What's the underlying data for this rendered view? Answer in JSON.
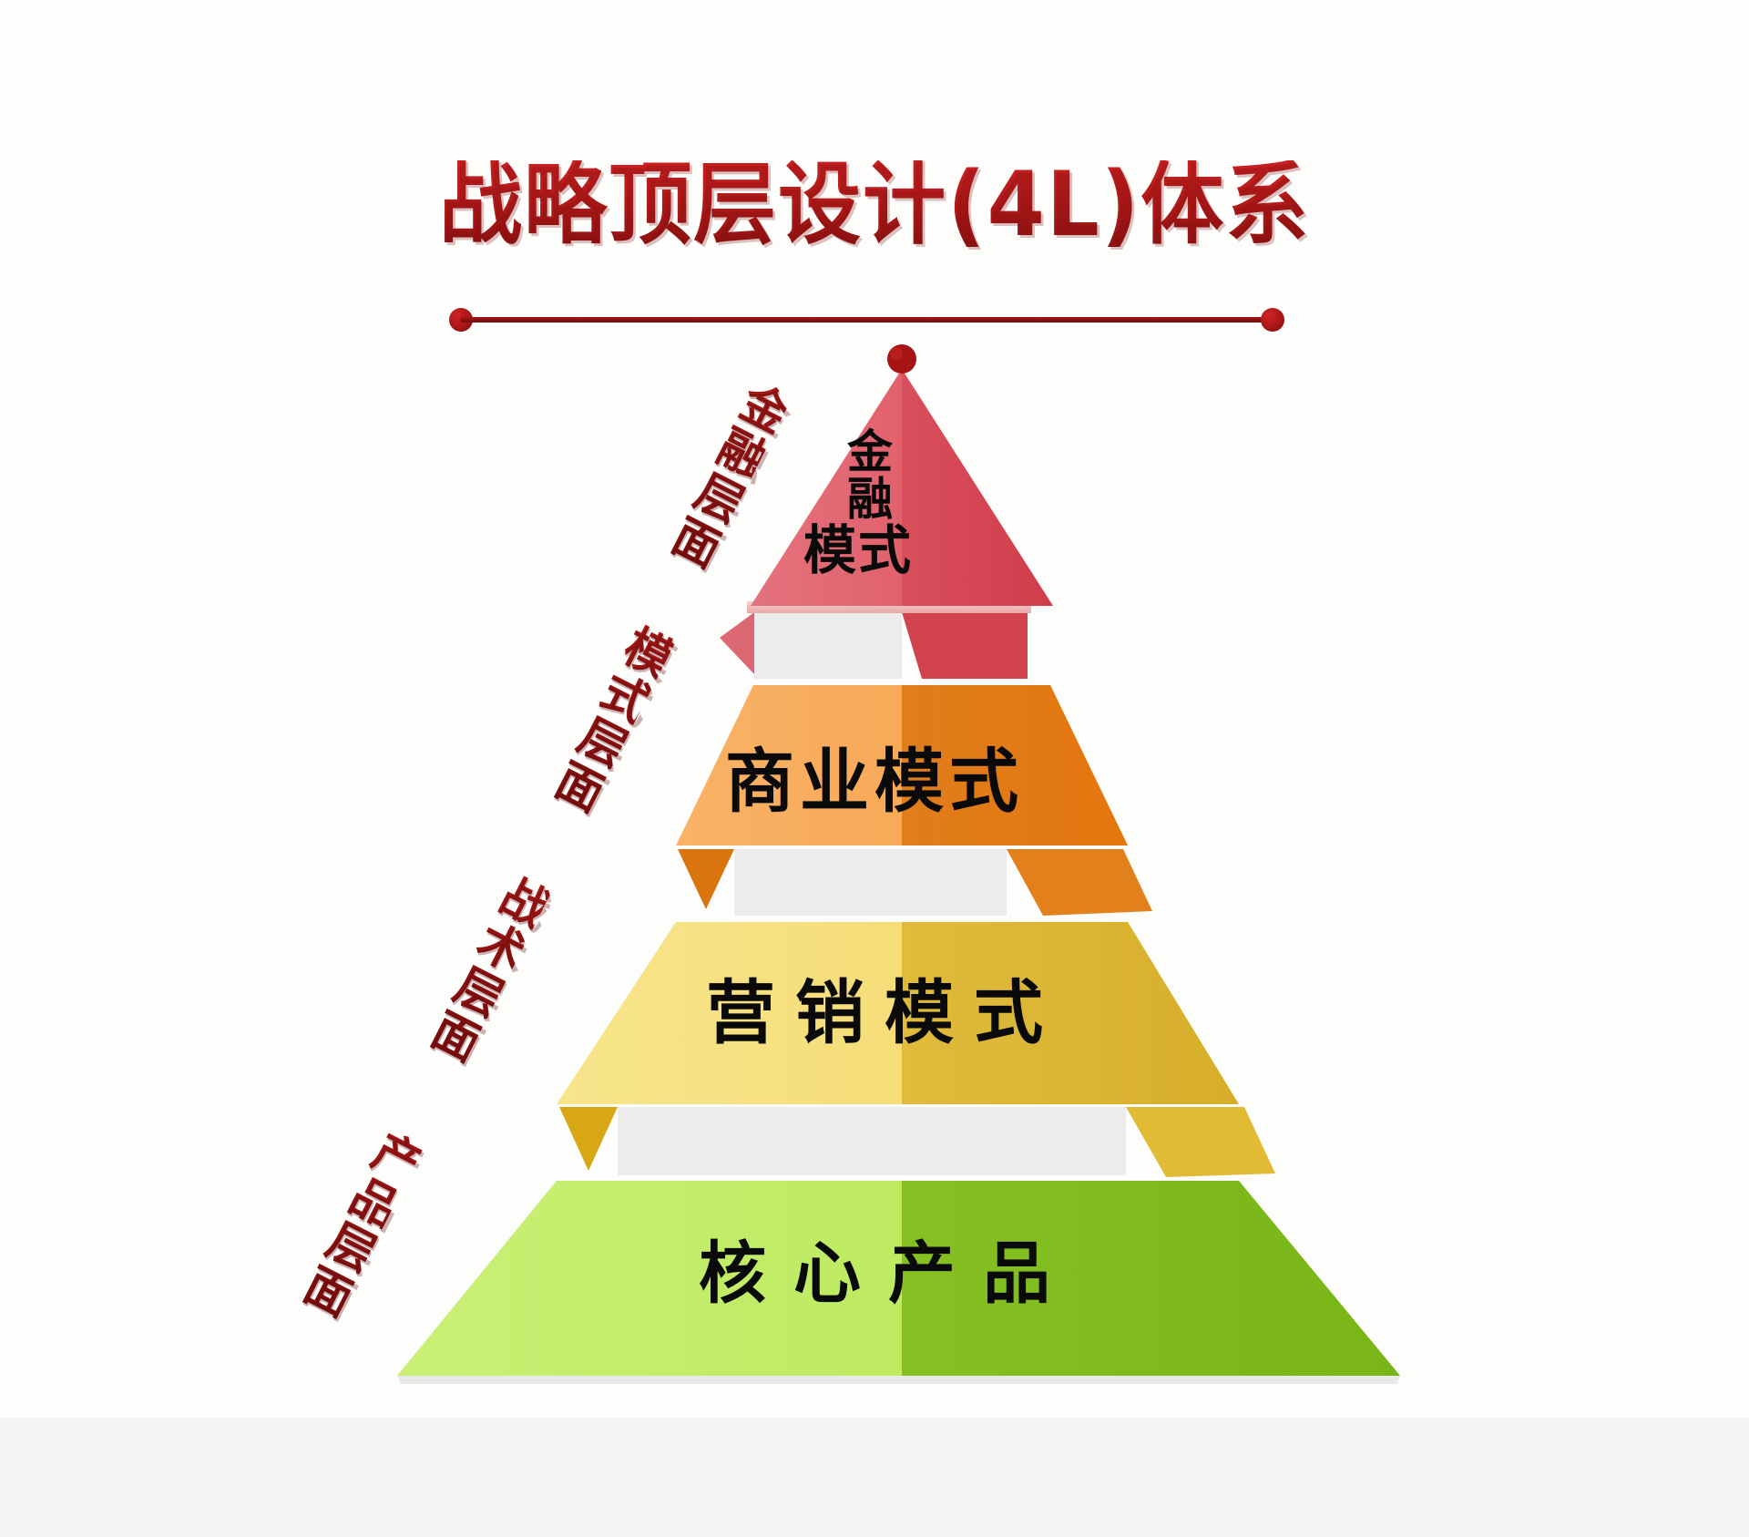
{
  "page": {
    "background_color": "#fdfdfc",
    "bottom_band_color": "#f4f4f3"
  },
  "header": {
    "title": "战略顶层设计(4L)体系",
    "title_color": "#b31a1a",
    "rule_color": "#8d1111"
  },
  "chart_data": {
    "type": "pyramid",
    "title": "战略顶层设计(4L)体系",
    "levels": 4,
    "order": "top-to-bottom",
    "tiers": [
      {
        "index": 0,
        "label": "金融模式",
        "label_line1": "金",
        "label_line2": "融",
        "label_line3": "模式",
        "side_label": "金融层面",
        "color_light": "#e8707a",
        "color_dark": "#d8404f",
        "shape": "triangle"
      },
      {
        "index": 1,
        "label": "商业模式",
        "side_label": "模式层面",
        "color_light": "#f8ab5a",
        "color_dark": "#df7314",
        "shape": "trapezoid"
      },
      {
        "index": 2,
        "label": "营销模式",
        "side_label": "战术层面",
        "color_light": "#f6dc77",
        "color_dark": "#ddb732",
        "shape": "trapezoid"
      },
      {
        "index": 3,
        "label": "核心产品",
        "side_label": "产品层面",
        "color_light": "#bbe961",
        "color_dark": "#80bd1c",
        "shape": "trapezoid"
      }
    ]
  }
}
